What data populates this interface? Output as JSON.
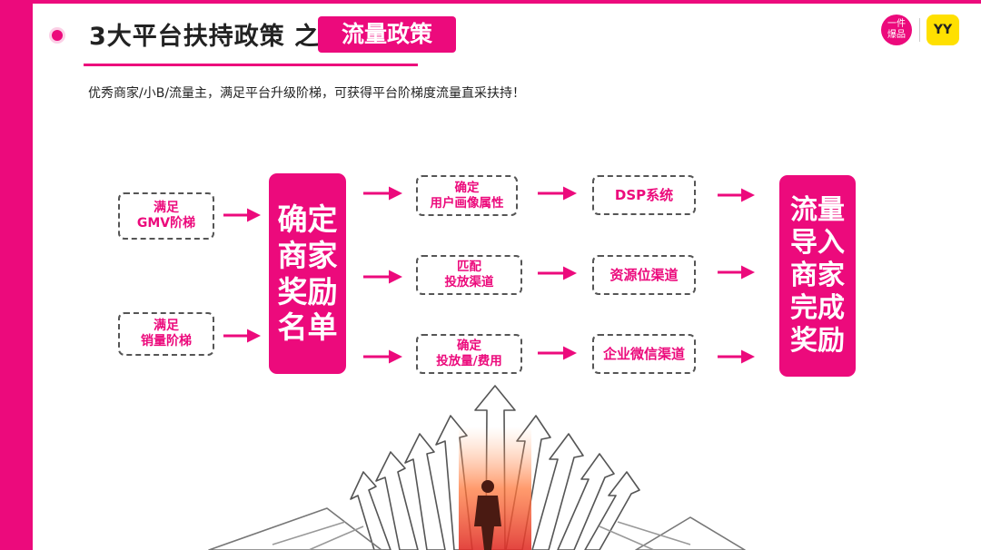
{
  "header": {
    "title": "3大平台扶持政策 之",
    "badge": "流量政策",
    "subtitle": "优秀商家/小B/流量主，满足平台升级阶梯，可获得平台阶梯度流量直采扶持！"
  },
  "logos": {
    "left_text": "一件\n爆品",
    "right_text": "YY"
  },
  "flow": {
    "conditions": [
      "满足\nGMV阶梯",
      "满足\n销量阶梯"
    ],
    "center": "确定\n商家\n奖励\n名单",
    "steps": [
      "确定\n用户画像属性",
      "匹配\n投放渠道",
      "确定\n投放量/费用"
    ],
    "channels": [
      "DSP系统",
      "资源位渠道",
      "企业微信渠道"
    ],
    "result": "流量\n导入\n商家\n完成\n奖励"
  },
  "colors": {
    "accent": "#ec0a7c",
    "yellow": "#ffe000"
  },
  "illustration": "arrows-road-sketch"
}
